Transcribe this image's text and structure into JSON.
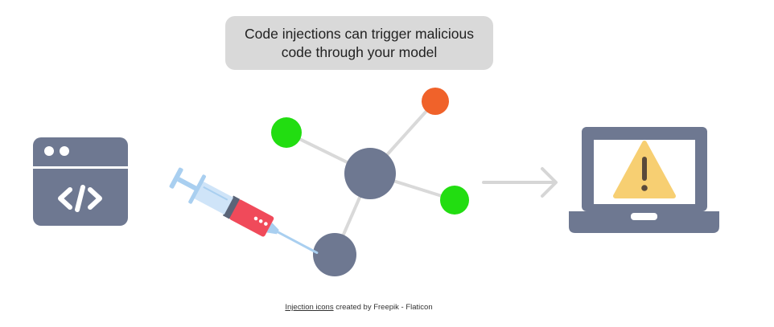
{
  "callout": {
    "line1": "Code injections can trigger malicious",
    "line2": "code through your model"
  },
  "icons": {
    "code_window": "code-window-icon",
    "syringe": "syringe-icon",
    "molecule": "molecule-network-icon",
    "arrow": "arrow-right-icon",
    "laptop": "laptop-warning-icon",
    "warning": "warning-triangle-icon"
  },
  "colors": {
    "icon_slate": "#6e7891",
    "node_green": "#22dd11",
    "node_orange": "#f0622a",
    "warning_yellow": "#f7cf72",
    "syringe_red": "#f04a5a",
    "syringe_blue": "#a9cff0",
    "arrow_gray": "#d6d6d6"
  },
  "credit": {
    "link_text": "Injection icons",
    "rest_text": " created by Freepik - Flaticon"
  }
}
